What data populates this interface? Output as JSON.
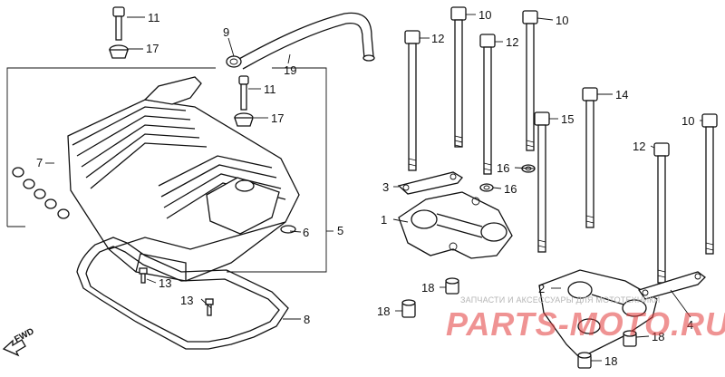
{
  "diagram": {
    "callouts": [
      {
        "id": "c11a",
        "text": "11"
      },
      {
        "id": "c17a",
        "text": "17"
      },
      {
        "id": "c9",
        "text": "9"
      },
      {
        "id": "c19",
        "text": "19"
      },
      {
        "id": "c11b",
        "text": "11"
      },
      {
        "id": "c17b",
        "text": "17"
      },
      {
        "id": "c7",
        "text": "7"
      },
      {
        "id": "c5",
        "text": "5"
      },
      {
        "id": "c6",
        "text": "6"
      },
      {
        "id": "c13a",
        "text": "13"
      },
      {
        "id": "c13b",
        "text": "13"
      },
      {
        "id": "c8",
        "text": "8"
      },
      {
        "id": "c10a",
        "text": "10"
      },
      {
        "id": "c10b",
        "text": "10"
      },
      {
        "id": "c12a",
        "text": "12"
      },
      {
        "id": "c12b",
        "text": "12"
      },
      {
        "id": "c14",
        "text": "14"
      },
      {
        "id": "c15",
        "text": "15"
      },
      {
        "id": "c16a",
        "text": "16"
      },
      {
        "id": "c16b",
        "text": "16"
      },
      {
        "id": "c3",
        "text": "3"
      },
      {
        "id": "c1",
        "text": "1"
      },
      {
        "id": "c10c",
        "text": "10"
      },
      {
        "id": "c12c",
        "text": "12"
      },
      {
        "id": "c2",
        "text": "2"
      },
      {
        "id": "c4",
        "text": "4"
      },
      {
        "id": "c18a",
        "text": "18"
      },
      {
        "id": "c18b",
        "text": "18"
      },
      {
        "id": "c18c",
        "text": "18"
      },
      {
        "id": "c18d",
        "text": "18"
      }
    ],
    "fwd_label": "FWD"
  },
  "watermark": {
    "line1": "ЗАПЧАСТИ И АКСЕССУАРЫ ДЛЯ МОТОТЕХНИКИ",
    "line2": "PARTS-MOTO.RU",
    "color": "#e23b3b"
  }
}
